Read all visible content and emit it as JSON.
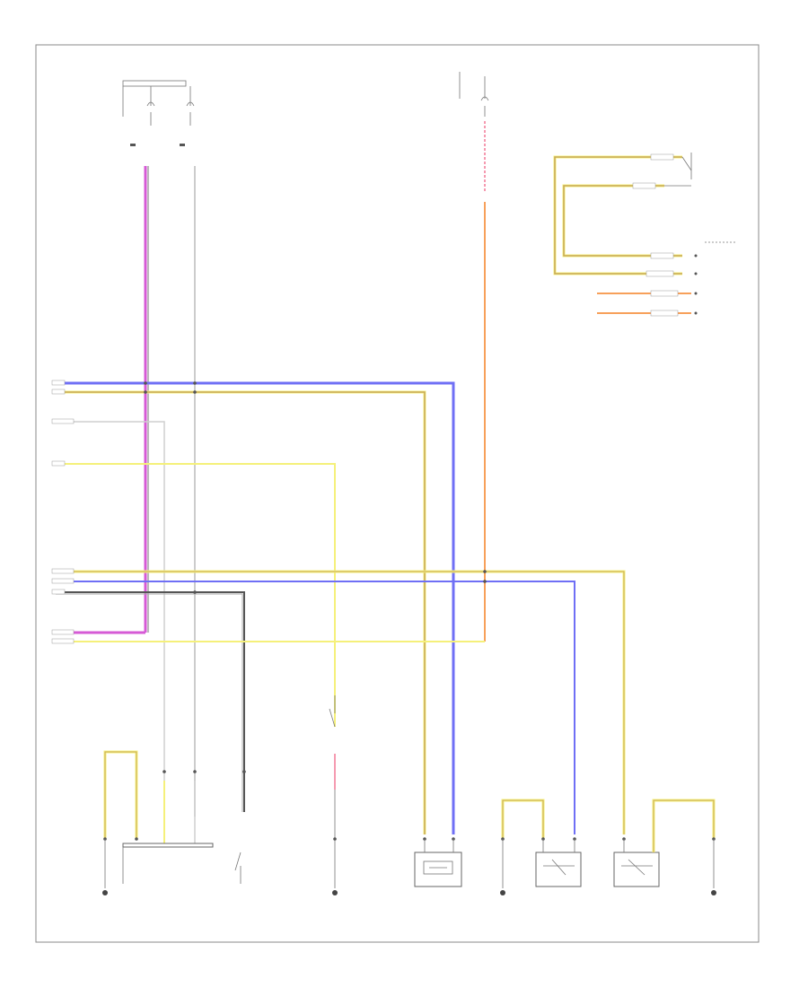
{
  "diagram": {
    "page_number": "",
    "colors": {
      "violet": "#d65ad6",
      "blue": "#6f6ff5",
      "brown": "#c8a85a",
      "yellow": "#f5f07a",
      "grey": "#8c8c8c",
      "white": "#d8d8d8",
      "orange": "#f7a05a",
      "pink": "#f59ab0",
      "black": "#555555"
    },
    "components": [
      {
        "id": "fuse-panel-left",
        "icon": "fuse-icon"
      },
      {
        "id": "fuse-panel-right",
        "icon": "fuse-icon"
      },
      {
        "id": "trailer-lamp-relay",
        "icon": "relay-icon"
      },
      {
        "id": "turn-signal-switch",
        "icon": "switch-icon"
      },
      {
        "id": "clutch-switch",
        "icon": "switch-icon"
      },
      {
        "id": "left-tail-lamp",
        "icon": "lamp-icon"
      },
      {
        "id": "right-tail-lamp",
        "icon": "lamp-icon"
      },
      {
        "id": "rear-window-relay",
        "icon": "relay-icon"
      },
      {
        "id": "rear-switch-assembly",
        "icon": "switch-icon"
      },
      {
        "id": "rear-lamp-right",
        "icon": "lamp-icon"
      }
    ]
  }
}
